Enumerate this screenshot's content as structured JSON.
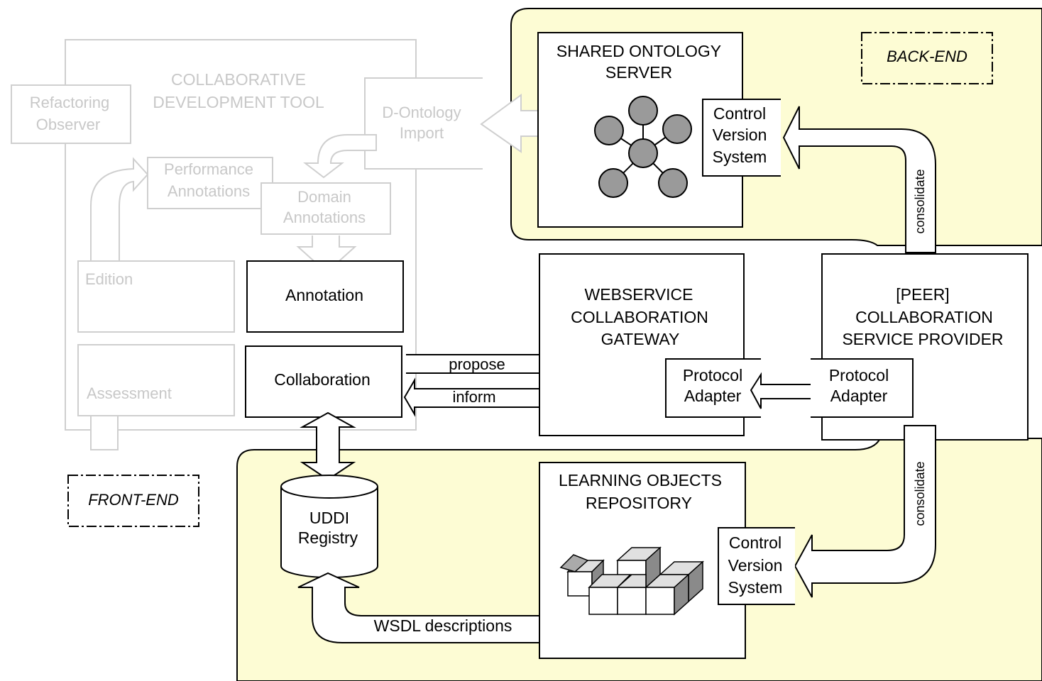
{
  "backend_label": "BACK-END",
  "frontend_label": "FRONT-END",
  "colors": {
    "backend_fill": "#fdfcd4",
    "ghost_stroke": "#cfcfcf",
    "ghost_text": "#c4c4c4",
    "box_stroke": "#000000",
    "arrow_fill": "#ffffff",
    "node_fill": "#9a9a9a"
  },
  "ghost": {
    "tool_title_line1": "COLLABORATIVE",
    "tool_title_line2": "DEVELOPMENT TOOL",
    "refactoring_line1": "Refactoring",
    "refactoring_line2": "Observer",
    "d_ontology_line1": "D-Ontology",
    "d_ontology_line2": "Import",
    "performance_line1": "Performance",
    "performance_line2": "Annotations",
    "domain_line1": "Domain",
    "domain_line2": "Annotations",
    "edition": "Edition",
    "assessment": "Assessment"
  },
  "annotation": "Annotation",
  "collaboration": "Collaboration",
  "propose": "propose",
  "inform": "inform",
  "uddi_line1": "UDDI",
  "uddi_line2": "Registry",
  "wsdl": "WSDL descriptions",
  "shared_ontology": {
    "title_line1": "SHARED ONTOLOGY",
    "title_line2": "SERVER",
    "cvs_line1": "Control",
    "cvs_line2": "Version",
    "cvs_line3": "System"
  },
  "gateway": {
    "line1": "WEBSERVICE",
    "line2": "COLLABORATION",
    "line3": "GATEWAY",
    "adapter_line1": "Protocol",
    "adapter_line2": "Adapter"
  },
  "peer": {
    "line1": "[PEER]",
    "line2": "COLLABORATION",
    "line3": "SERVICE PROVIDER",
    "adapter_line1": "Protocol",
    "adapter_line2": "Adapter"
  },
  "consolidate_top": "consolidate",
  "consolidate_bottom": "consolidate",
  "learning": {
    "title_line1": "LEARNING OBJECTS",
    "title_line2": "REPOSITORY",
    "cvs_line1": "Control",
    "cvs_line2": "Version",
    "cvs_line3": "System"
  },
  "icons": {
    "network": "ontology-network-icon",
    "boxes": "stacked-boxes-icon",
    "database": "database-cylinder-icon"
  }
}
